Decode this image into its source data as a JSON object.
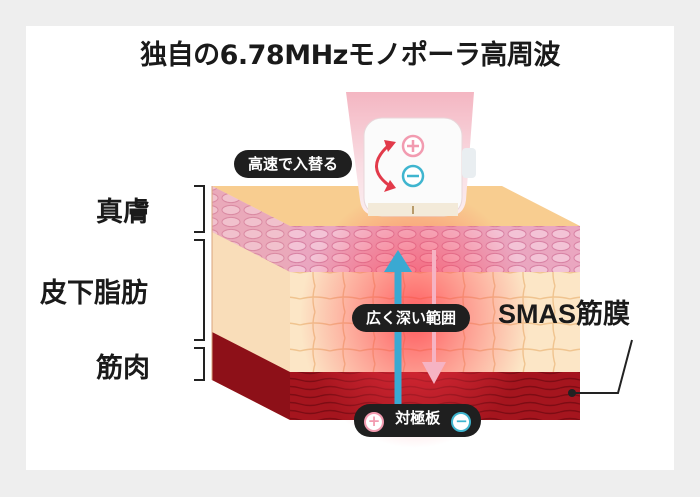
{
  "title": "独自の6.78MHzモノポーラ高周波",
  "layers": {
    "dermis": "真膚",
    "subcutaneous_fat": "皮下脂肪",
    "muscle": "筋肉",
    "smas": "SMAS筋膜"
  },
  "labels": {
    "switching": "高速で入替る",
    "wide_deep": "広く深い範囲",
    "counter_plate": "対極板"
  },
  "icons": {
    "plus": "plus-circle-icon",
    "minus": "minus-circle-icon"
  },
  "colors": {
    "plus": "#f29bb0",
    "minus": "#3fb5cf",
    "arrow_up": "#3aa9d2",
    "arrow_down": "#f6b3c3",
    "swap_arrow": "#e23a4a",
    "muscle": "#a3141d",
    "fat": "#fbe3c2",
    "dermis": "#e9a3bd",
    "surface": "#f7c98c"
  }
}
